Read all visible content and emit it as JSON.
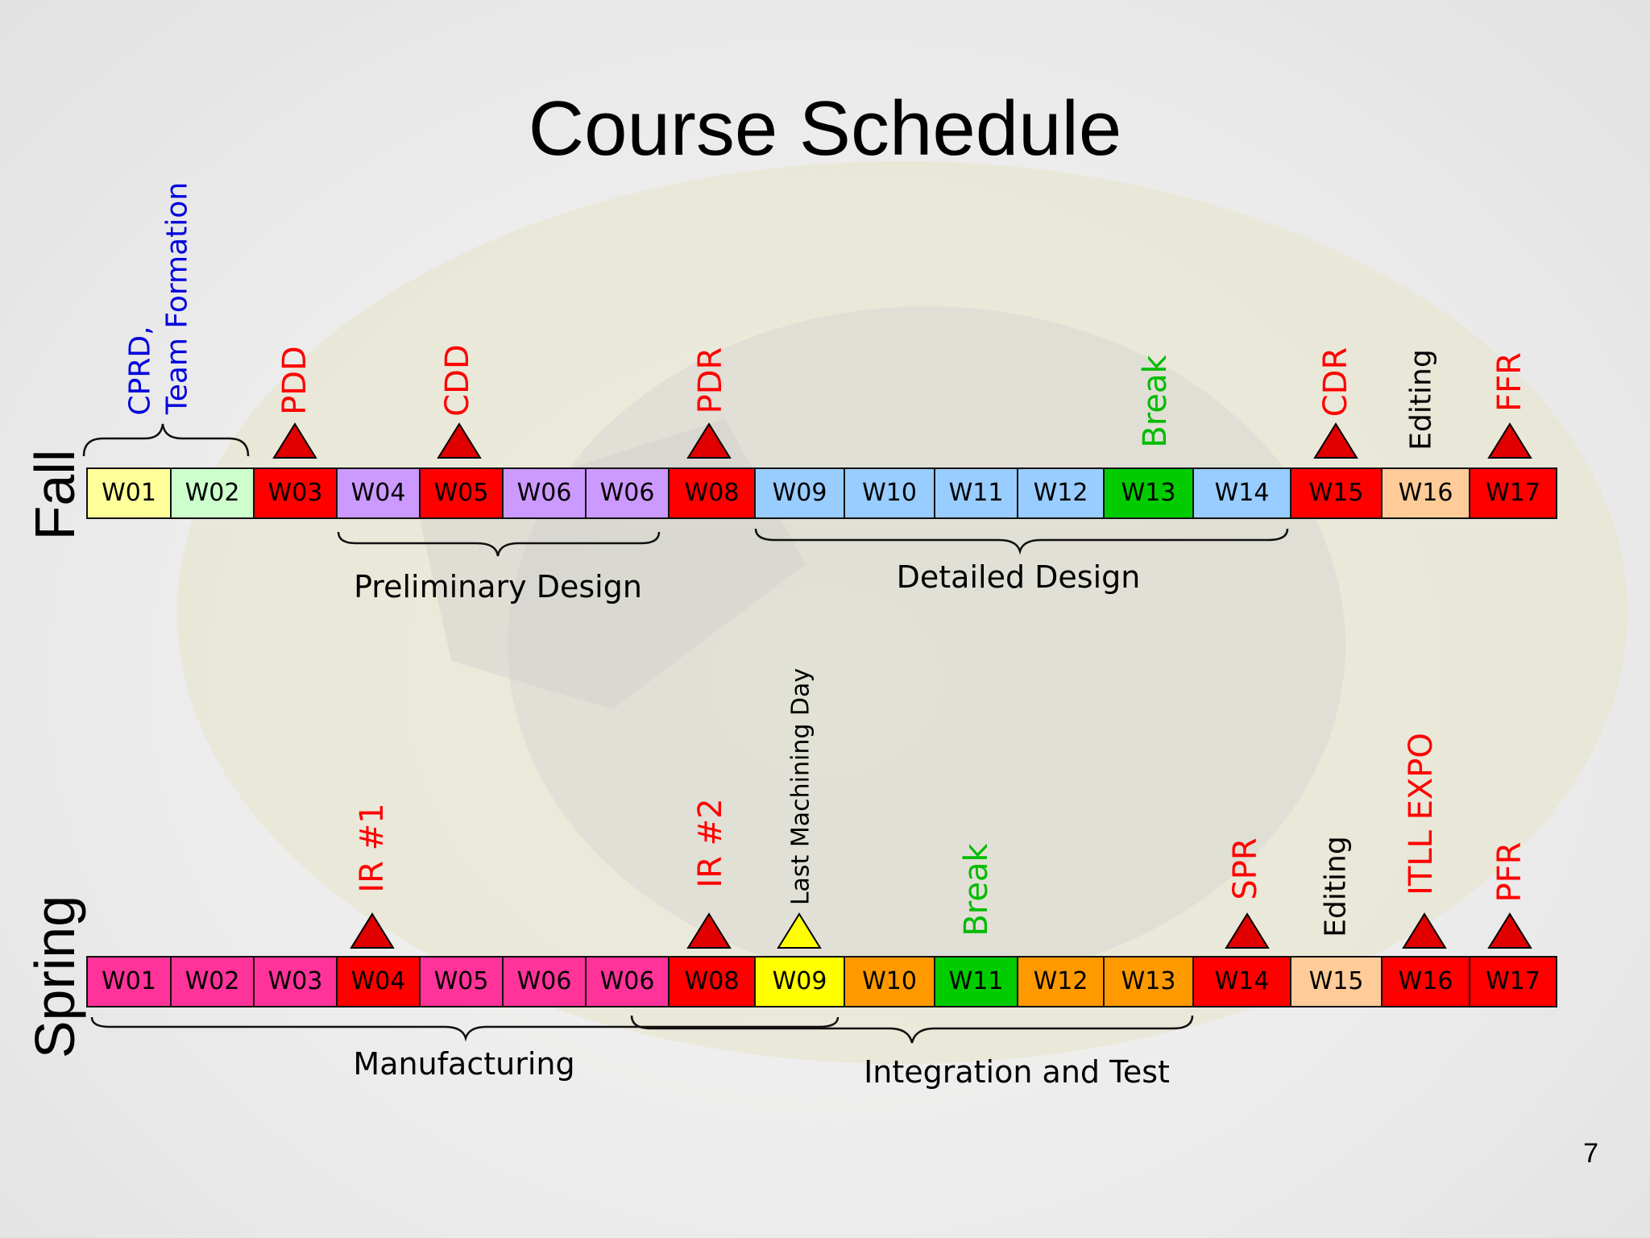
{
  "title": "Course Schedule",
  "page_number": "7",
  "colors": {
    "milestone_red": "#ff0000",
    "triangle_red": "#e00000",
    "label_blue": "#0000dd",
    "label_green": "#00bb00",
    "triangle_yellow": "#ffff00"
  },
  "fall": {
    "season_label": "Fall",
    "weeks": [
      {
        "label": "W01",
        "color": "#ffff99"
      },
      {
        "label": "W02",
        "color": "#ccffcc"
      },
      {
        "label": "W03",
        "color": "#ff0000"
      },
      {
        "label": "W04",
        "color": "#cc99ff"
      },
      {
        "label": "W05",
        "color": "#ff0000"
      },
      {
        "label": "W06",
        "color": "#cc99ff"
      },
      {
        "label": "W06",
        "color": "#cc99ff"
      },
      {
        "label": "W08",
        "color": "#ff0000"
      },
      {
        "label": "W09",
        "color": "#99ccff"
      },
      {
        "label": "W10",
        "color": "#99ccff"
      },
      {
        "label": "W11",
        "color": "#99ccff"
      },
      {
        "label": "W12",
        "color": "#99ccff"
      },
      {
        "label": "W13",
        "color": "#00cc00"
      },
      {
        "label": "W14",
        "color": "#99ccff"
      },
      {
        "label": "W15",
        "color": "#ff0000"
      },
      {
        "label": "W16",
        "color": "#ffcc99"
      },
      {
        "label": "W17",
        "color": "#ff0000"
      }
    ],
    "milestones": [
      {
        "label": "CPRD,",
        "label2": "Team Formation",
        "color": "#0000dd",
        "marker": "brace"
      },
      {
        "label": "PDD",
        "color": "#ff0000",
        "marker": "red-triangle"
      },
      {
        "label": "CDD",
        "color": "#ff0000",
        "marker": "red-triangle"
      },
      {
        "label": "PDR",
        "color": "#ff0000",
        "marker": "red-triangle"
      },
      {
        "label": "Break",
        "color": "#00bb00",
        "marker": "none"
      },
      {
        "label": "CDR",
        "color": "#ff0000",
        "marker": "red-triangle"
      },
      {
        "label": "Editing",
        "color": "#000000",
        "marker": "none"
      },
      {
        "label": "FFR",
        "color": "#ff0000",
        "marker": "red-triangle"
      }
    ],
    "phases": [
      {
        "label": "Preliminary Design",
        "from_week": "W04",
        "to_week": "W06"
      },
      {
        "label": "Detailed Design",
        "from_week": "W09",
        "to_week": "W14"
      }
    ]
  },
  "spring": {
    "season_label": "Spring",
    "weeks": [
      {
        "label": "W01",
        "color": "#ff3399"
      },
      {
        "label": "W02",
        "color": "#ff3399"
      },
      {
        "label": "W03",
        "color": "#ff3399"
      },
      {
        "label": "W04",
        "color": "#ff0000"
      },
      {
        "label": "W05",
        "color": "#ff3399"
      },
      {
        "label": "W06",
        "color": "#ff3399"
      },
      {
        "label": "W06",
        "color": "#ff3399"
      },
      {
        "label": "W08",
        "color": "#ff0000"
      },
      {
        "label": "W09",
        "color": "#ffff00"
      },
      {
        "label": "W10",
        "color": "#ff9900"
      },
      {
        "label": "W11",
        "color": "#00cc00"
      },
      {
        "label": "W12",
        "color": "#ff9900"
      },
      {
        "label": "W13",
        "color": "#ff9900"
      },
      {
        "label": "W14",
        "color": "#ff0000"
      },
      {
        "label": "W15",
        "color": "#ffcc99"
      },
      {
        "label": "W16",
        "color": "#ff0000"
      },
      {
        "label": "W17",
        "color": "#ff0000"
      }
    ],
    "milestones": [
      {
        "label": "IR #1",
        "color": "#ff0000",
        "marker": "red-triangle"
      },
      {
        "label": "IR #2",
        "color": "#ff0000",
        "marker": "red-triangle"
      },
      {
        "label": "Last Machining Day",
        "color": "#000000",
        "marker": "yellow-triangle"
      },
      {
        "label": "Break",
        "color": "#00bb00",
        "marker": "none"
      },
      {
        "label": "SPR",
        "color": "#ff0000",
        "marker": "red-triangle"
      },
      {
        "label": "Editing",
        "color": "#000000",
        "marker": "none"
      },
      {
        "label": "ITLL EXPO",
        "color": "#ff0000",
        "marker": "red-triangle"
      },
      {
        "label": "PFR",
        "color": "#ff0000",
        "marker": "red-triangle"
      }
    ],
    "phases": [
      {
        "label": "Manufacturing",
        "from_week": "W01",
        "to_week": "W09"
      },
      {
        "label": "Integration and Test",
        "from_week": "W06",
        "to_week": "W13"
      }
    ]
  }
}
